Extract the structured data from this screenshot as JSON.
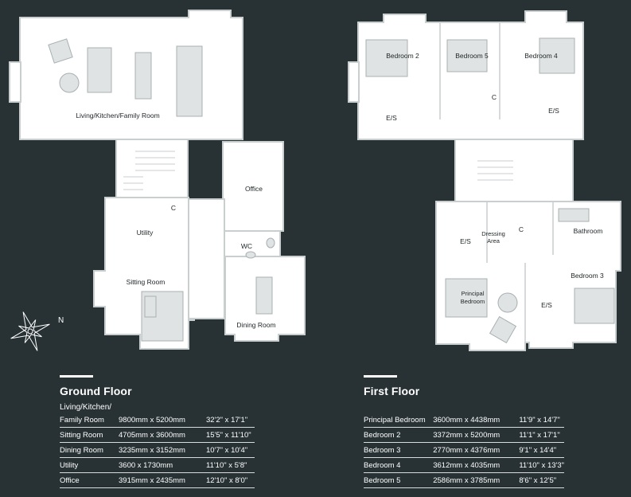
{
  "ground_floor": {
    "title": "Ground Floor",
    "note": "Living/Kitchen/",
    "rooms": [
      {
        "name": "Family Room",
        "metric": "9800mm x 5200mm",
        "imperial": "32'2\" x 17'1\""
      },
      {
        "name": "Sitting Room",
        "metric": "4705mm x 3600mm",
        "imperial": "15'5\" x 11'10\""
      },
      {
        "name": "Dining Room",
        "metric": "3235mm x 3152mm",
        "imperial": "10'7\" x 10'4\""
      },
      {
        "name": "Utility",
        "metric": "3600 x 1730mm",
        "imperial": "11'10\" x 5'8\""
      },
      {
        "name": "Office",
        "metric": "3915mm x 2435mm",
        "imperial": "12'10\" x 8'0\""
      }
    ]
  },
  "first_floor": {
    "title": "First Floor",
    "rooms": [
      {
        "name": "Principal Bedroom",
        "metric": "3600mm x 4438mm",
        "imperial": "11'9\" x 14'7\""
      },
      {
        "name": "Bedroom 2",
        "metric": "3372mm x 5200mm",
        "imperial": "11'1\" x 17'1\""
      },
      {
        "name": "Bedroom 3",
        "metric": "2770mm x 4376mm",
        "imperial": "9'1\" x 14'4\""
      },
      {
        "name": "Bedroom 4",
        "metric": "3612mm x 4035mm",
        "imperial": "11'10\" x 13'3\""
      },
      {
        "name": "Bedroom 5",
        "metric": "2586mm x 3785mm",
        "imperial": "8'6\" x 12'5\""
      }
    ]
  },
  "plan_labels": {
    "ground": {
      "living": "Living/Kitchen/Family Room",
      "cupboard": "C",
      "office": "Office",
      "utility": "Utility",
      "wc": "WC",
      "sitting": "Sitting Room",
      "dining": "Dining Room"
    },
    "first": {
      "bed2": "Bedroom 2",
      "bed5": "Bedroom 5",
      "bed4": "Bedroom 4",
      "cupboard_top": "C",
      "es_left": "E/S",
      "es_right": "E/S",
      "dressing1": "Dressing",
      "dressing2": "Area",
      "cupboard_mid": "C",
      "es_principal": "E/S",
      "bathroom": "Bathroom",
      "principal1": "Principal",
      "principal2": "Bedroom",
      "bed3": "Bedroom 3",
      "es_bed3": "E/S"
    }
  },
  "compass_label": "N",
  "colors": {
    "background": "#283235",
    "plan_fill": "#ffffff",
    "wall": "#c9cecf",
    "furniture": "#bfc5c6",
    "text": "#ffffff"
  }
}
